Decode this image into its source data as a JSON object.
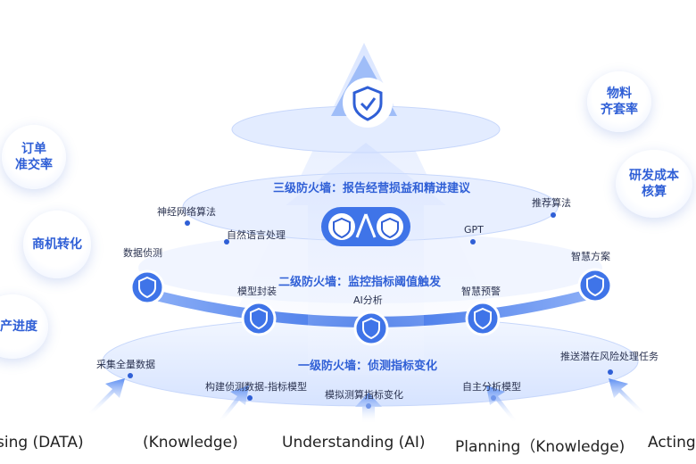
{
  "side_bubbles": [
    {
      "name": "bubble-order-acceptance",
      "text": "订单\n准交率"
    },
    {
      "name": "bubble-opportunity-conversion",
      "text": "商机转化"
    },
    {
      "name": "bubble-production-progress",
      "text": "生产进度"
    },
    {
      "name": "bubble-material-readiness",
      "text": "物料\n齐套率"
    },
    {
      "name": "bubble-rd-cost",
      "text": "研发成本\n核算"
    }
  ],
  "tiers": {
    "top": "三级防火墙：报告经营损益和精进建议",
    "middle": "二级防火墙：监控指标阈值触发",
    "bottom": "一级防火墙：侦测指标变化"
  },
  "tier3_labels": [
    "神经网络算法",
    "自然语言处理",
    "GPT",
    "推荐算法"
  ],
  "tier2_labels": [
    "数据侦测",
    "模型封装",
    "AI分析",
    "智慧预警",
    "智慧方案"
  ],
  "tier1_labels": [
    "采集全量数据",
    "构建侦测数据-指标模型",
    "模拟测算指标变化",
    "自主分析模型",
    "推送潜在风险处理任务"
  ],
  "bottom_labels": [
    "sing (DATA)",
    "(Knowledge)",
    "Understanding (AI)",
    "Planning（Knowledge)",
    "Acting"
  ],
  "colors": {
    "accent": "#2f5fd6",
    "light": "#dfe8fd",
    "mid": "#4f84ef"
  }
}
